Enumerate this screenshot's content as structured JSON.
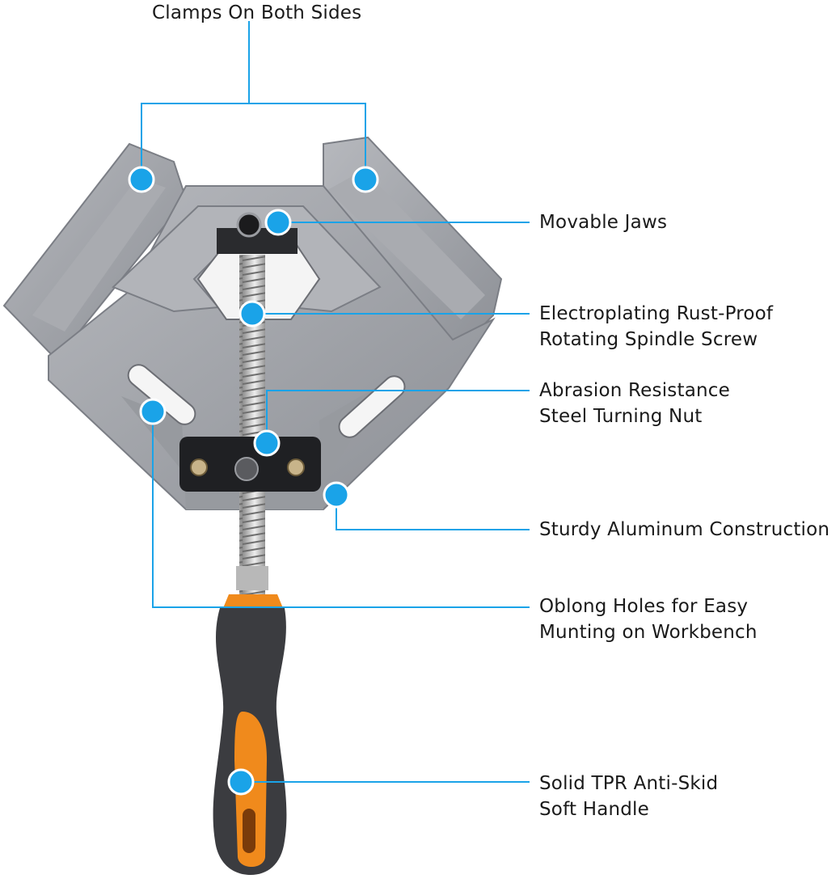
{
  "labels": {
    "top": "Clamps On Both Sides",
    "movable_jaws": "Movable Jaws",
    "spindle_line1": "Electroplating Rust-Proof",
    "spindle_line2": "Rotating Spindle Screw",
    "nut_line1": "Abrasion Resistance",
    "nut_line2": "Steel Turning Nut",
    "aluminum": "Sturdy Aluminum Construction",
    "holes_line1": "Oblong Holes for Easy",
    "holes_line2": "Munting on Workbench",
    "handle_line1": "Solid TPR Anti-Skid",
    "handle_line2": "Soft Handle"
  },
  "colors": {
    "callout": "#1aa3e8",
    "aluminum": "#9ea0a6",
    "aluminum_dark": "#7b7e85",
    "aluminum_light": "#c2c4c9",
    "handle_grip": "#3b3c40",
    "handle_accent": "#f08a1c",
    "nut": "#1e1f22",
    "screw": "#c9c9c9"
  },
  "icons": [
    "corner-clamp-illustration",
    "callout-dot"
  ]
}
